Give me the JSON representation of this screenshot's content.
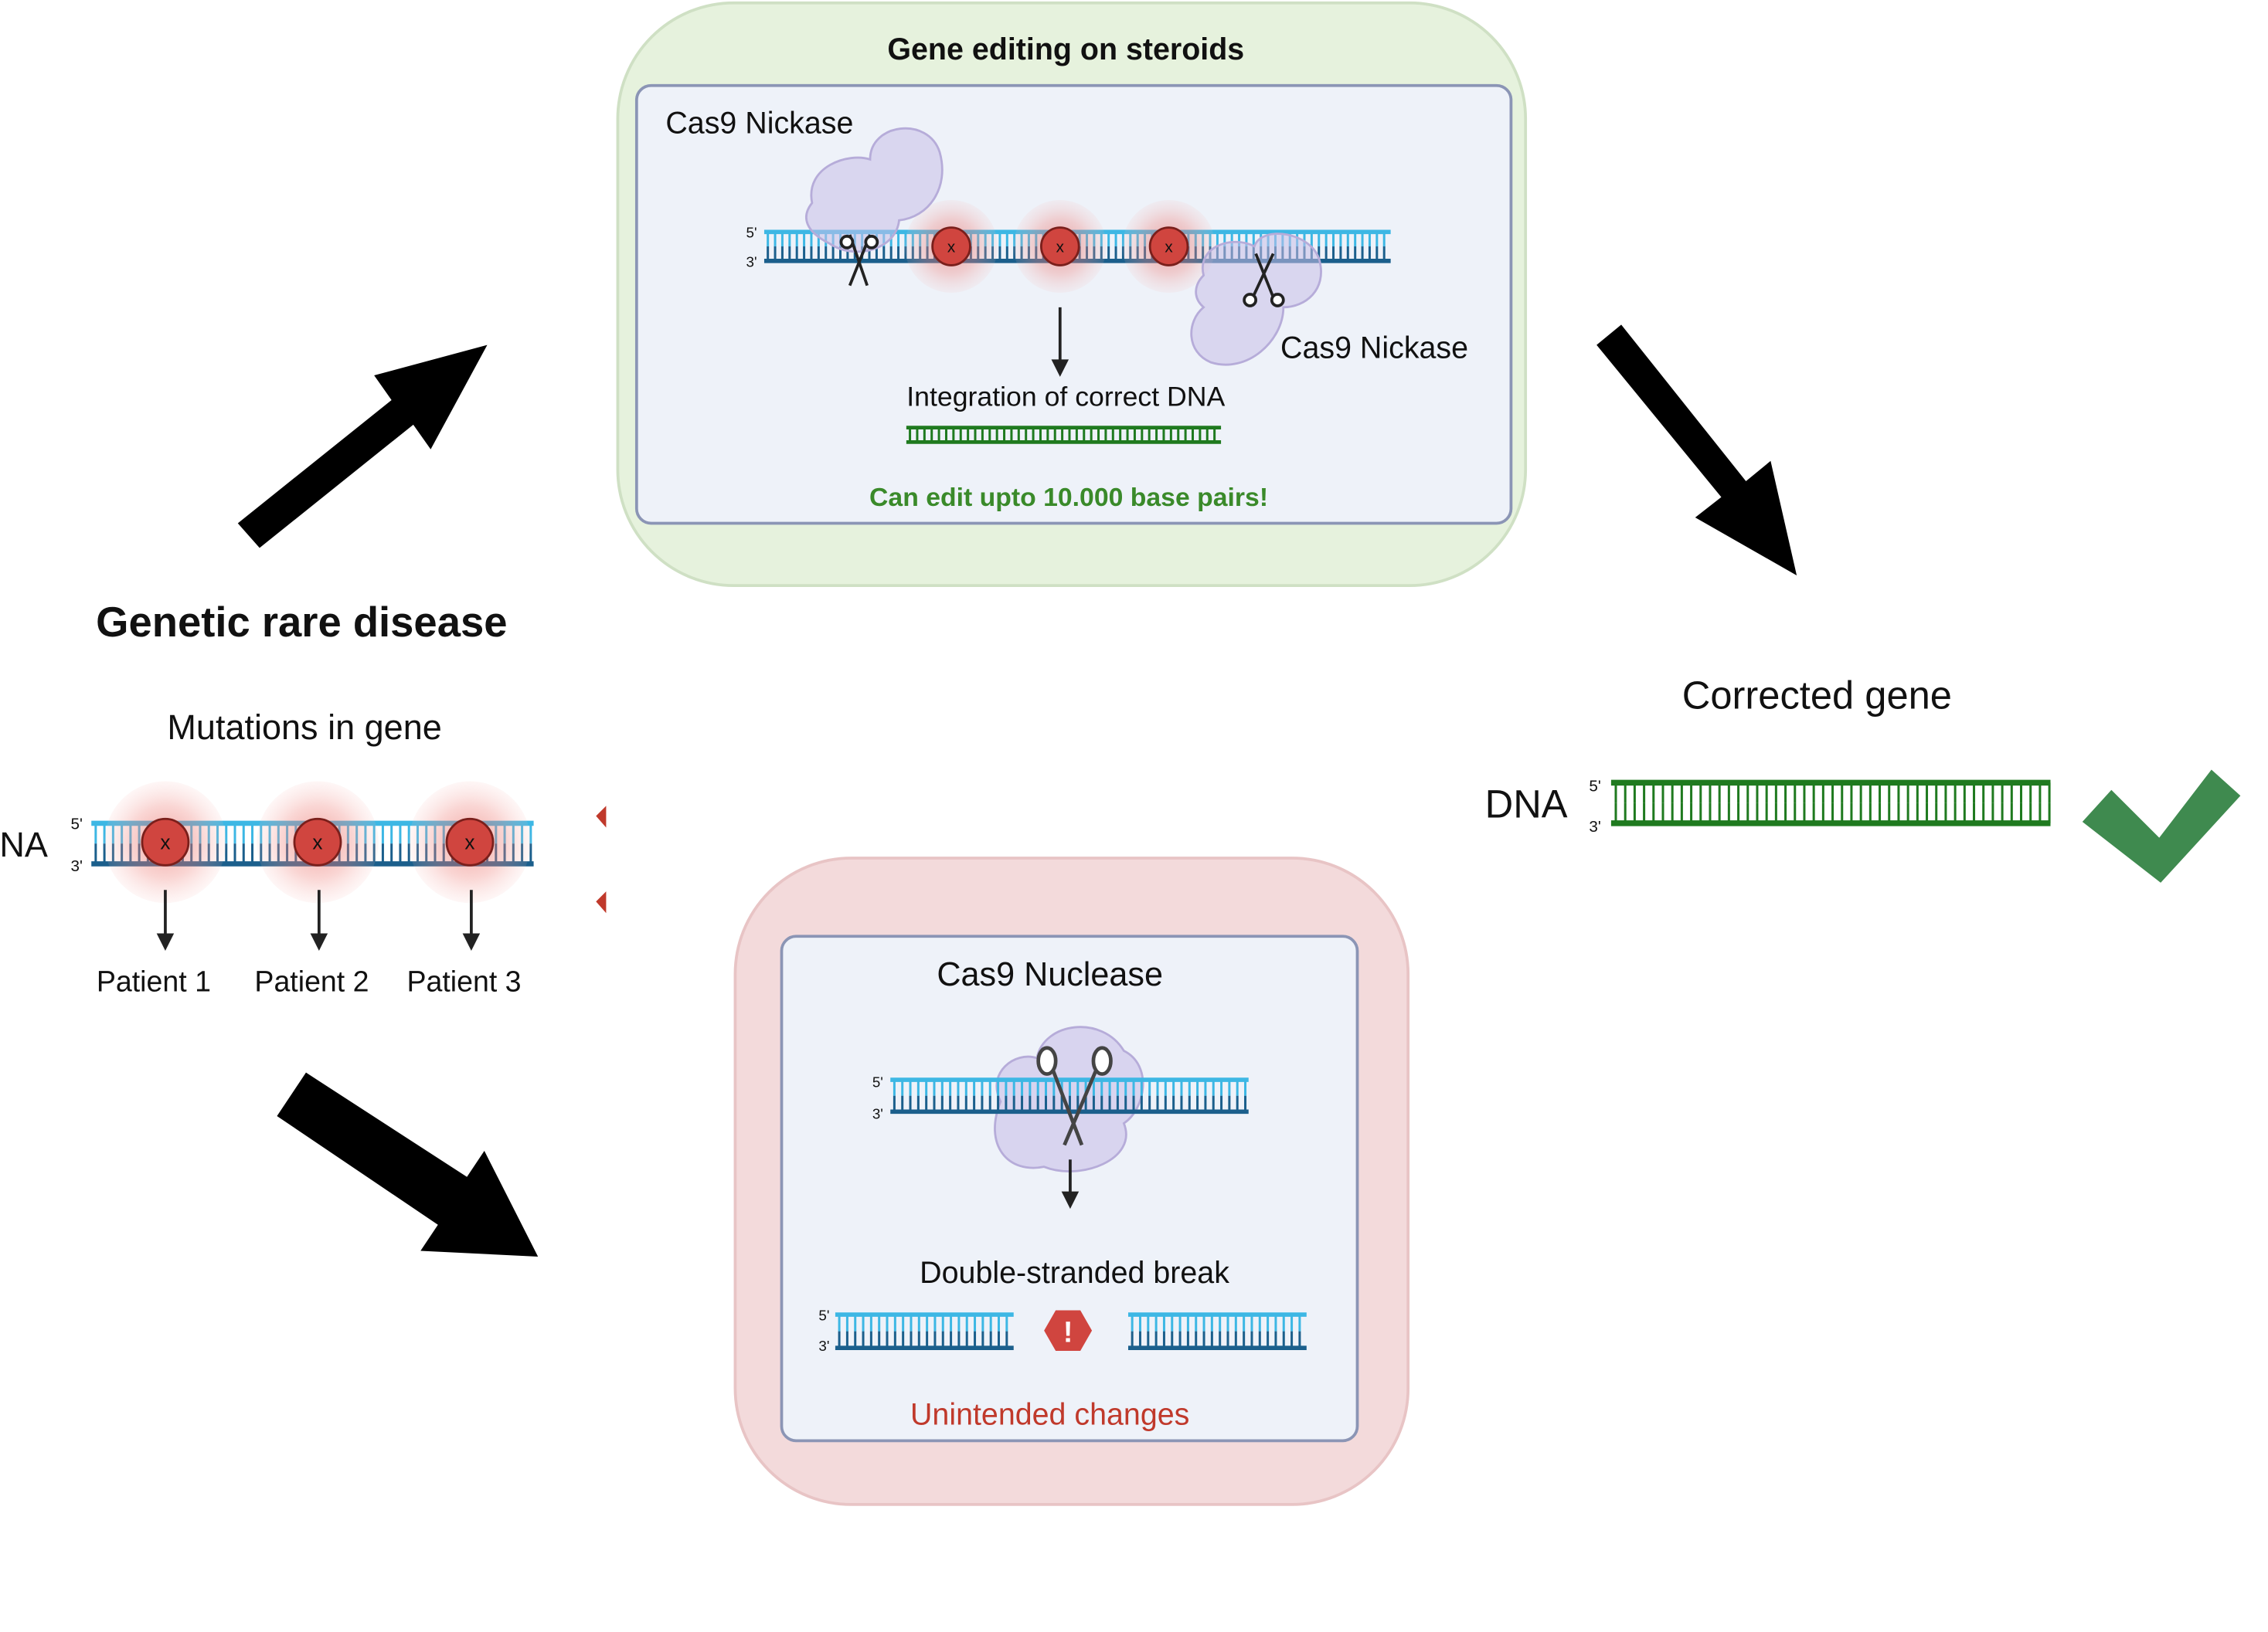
{
  "left": {
    "title": "Genetic rare disease",
    "subtitle": "Mutations in gene",
    "dna_label": "DNA",
    "strand_5": "5'",
    "strand_3": "3'",
    "mutation_mark": "x",
    "patients": [
      "Patient 1",
      "Patient 2",
      "Patient 3"
    ]
  },
  "top_panel": {
    "title": "Gene editing on steroids",
    "nickase_label_1": "Cas9 Nickase",
    "nickase_label_2": "Cas9 Nickase",
    "integration_label": "Integration of correct DNA",
    "capacity_note": "Can edit upto 10.000 base pairs!",
    "mutation_mark": "x",
    "strand_5": "5'",
    "strand_3": "3'"
  },
  "bottom_panel": {
    "nuclease_label": "Cas9 Nuclease",
    "break_label": "Double-stranded break",
    "warning_symbol": "!",
    "unintended_label": "Unintended changes",
    "strand_5": "5'",
    "strand_3": "3'"
  },
  "right": {
    "title": "Corrected gene",
    "dna_label": "DNA",
    "strand_5": "5'",
    "strand_3": "3'",
    "status_icon": "checkmark-icon"
  },
  "colors": {
    "dna_top": "#3db7e4",
    "dna_bottom": "#1b5f8c",
    "dna_corrected": "#1f7a1f",
    "mutation": "#d0453f",
    "protein": "#c9c0e8",
    "top_panel_bg": "#e6f2dd",
    "bottom_panel_bg": "#f3dadb",
    "inner_box_bg": "#eef2f9",
    "capacity_note": "#3a8a2a",
    "unintended": "#c0392b",
    "check": "#3f8a4f"
  }
}
